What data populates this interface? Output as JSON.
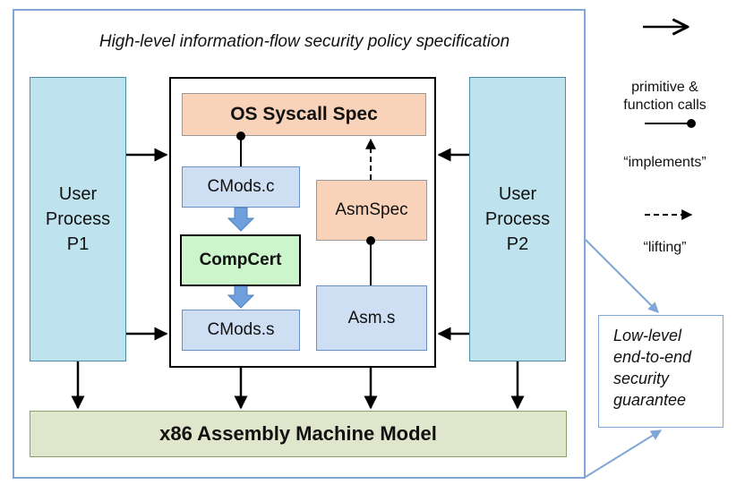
{
  "diagram": {
    "title": "High-level information-flow security policy specification",
    "user_process_p1": "User\nProcess\nP1",
    "user_process_p2": "User\nProcess\nP2",
    "os_syscall_spec": "OS Syscall Spec",
    "cmods_c": "CMods.c",
    "compcert": "CompCert",
    "cmods_s": "CMods.s",
    "asmspec": "AsmSpec",
    "asm_s": "Asm.s",
    "machine_model": "x86 Assembly Machine Model",
    "guarantee": "Low-level\nend-to-end\nsecurity\nguarantee"
  },
  "legend": {
    "calls": "primitive &\nfunction calls",
    "implements": "“implements”",
    "lifting": "“lifting”"
  },
  "colors": {
    "outer_border": "#7fa6d6",
    "user_process": "#bfe3ee",
    "spec_orange": "#f8d3b9",
    "module_blue": "#cfdff3",
    "compcert_green": "#ccf5cc",
    "machine_model": "#dfe6cc",
    "compile_arrow": "#6fa0dc"
  }
}
